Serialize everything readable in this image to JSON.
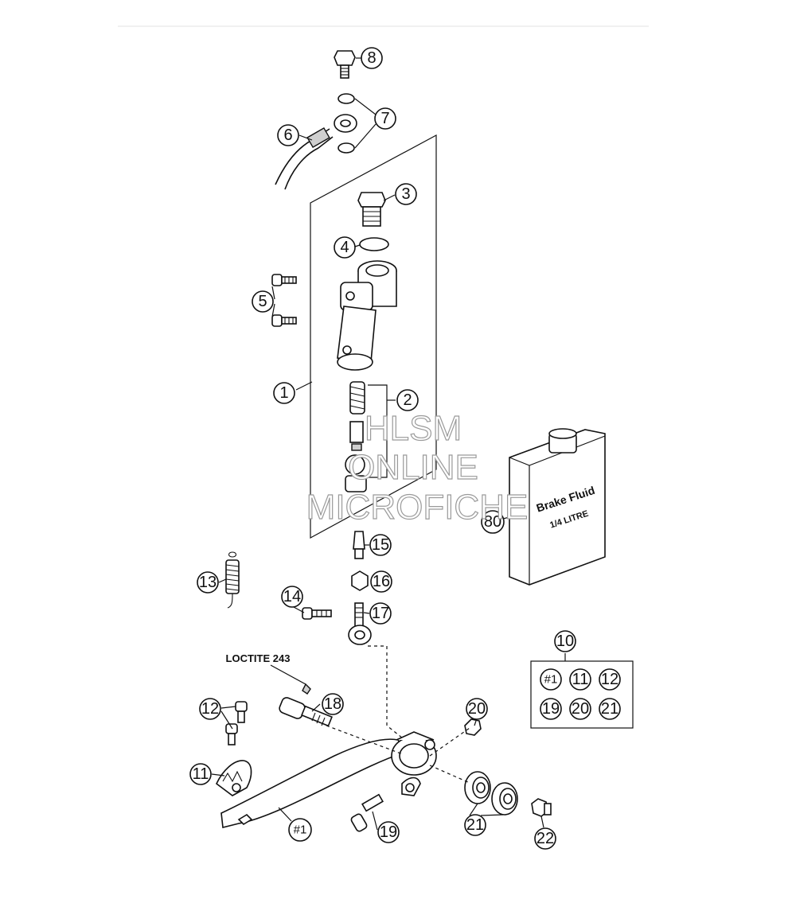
{
  "callouts": {
    "c1": "1",
    "c2": "2",
    "c3": "3",
    "c4": "4",
    "c5": "5",
    "c6": "6",
    "c7": "7",
    "c8": "8",
    "c10": "10",
    "c11": "11",
    "c12": "12",
    "c13": "13",
    "c14": "14",
    "c15": "15",
    "c16": "16",
    "c17": "17",
    "c18": "18",
    "c19": "19",
    "c20": "20",
    "c21": "21",
    "c22": "22",
    "c80": "80",
    "c_hash1": "#1"
  },
  "kit_box": {
    "items": [
      "#1",
      "11",
      "12",
      "19",
      "20",
      "21"
    ]
  },
  "labels": {
    "loctite": "LOCTITE 243",
    "bottle_line1": "Brake Fluid",
    "bottle_line2": "1/4 LITRE"
  },
  "watermark": {
    "line1": "HLSM",
    "line2": "ONLINE",
    "line3": "MICROFICHE"
  }
}
